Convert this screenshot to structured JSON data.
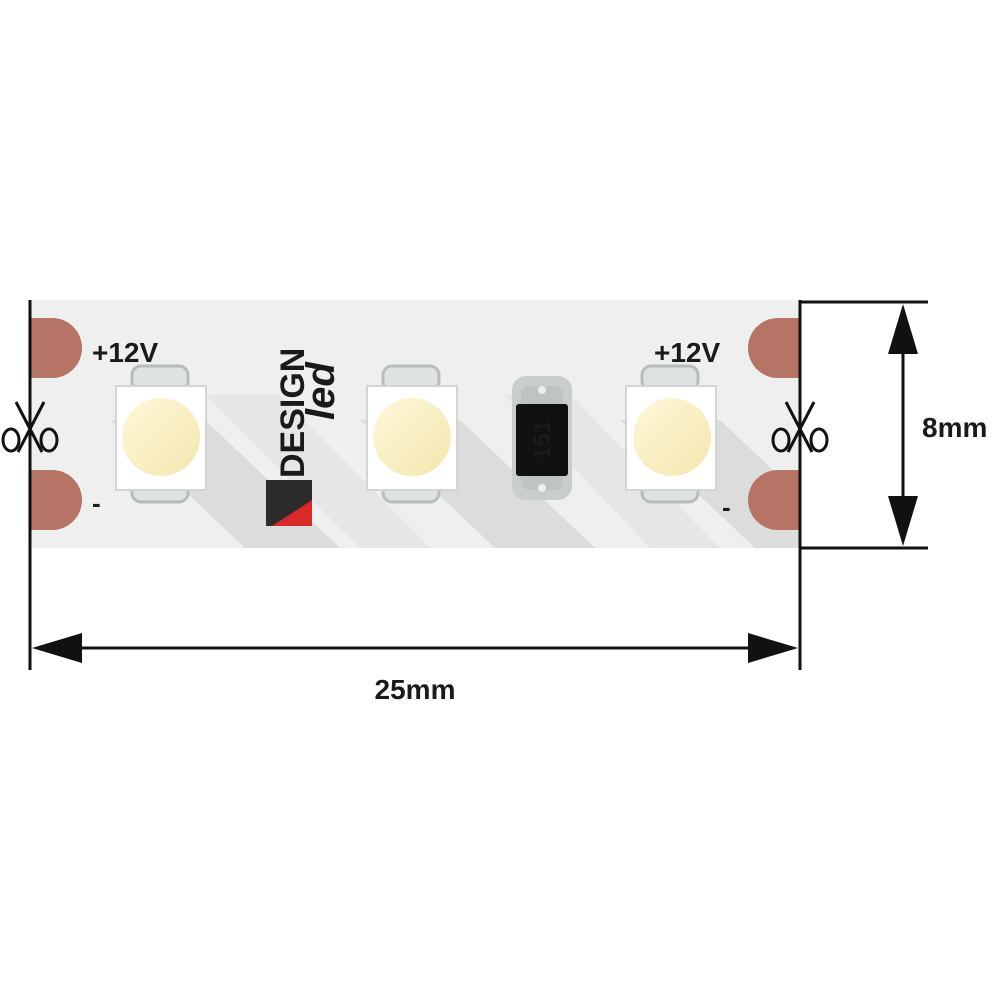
{
  "labels": {
    "voltage_left": "+12V",
    "voltage_right": "+12V",
    "minus_left": "-",
    "minus_right": "-",
    "resistor_code": "151",
    "width_dimension": "8mm",
    "length_dimension": "25mm"
  },
  "logo": {
    "text_main": "DESIGN",
    "text_sub": "led"
  },
  "icons": {
    "cut_mark_left": "scissors-icon",
    "cut_mark_right": "scissors-icon"
  },
  "colors": {
    "pcb": "#efefef",
    "pad": "#b57466",
    "led_light": "#fbf0c2",
    "led_body": "#ffffff",
    "resistor": "#111111",
    "logo_red": "#d92a2a",
    "dimension_line": "#111111"
  }
}
